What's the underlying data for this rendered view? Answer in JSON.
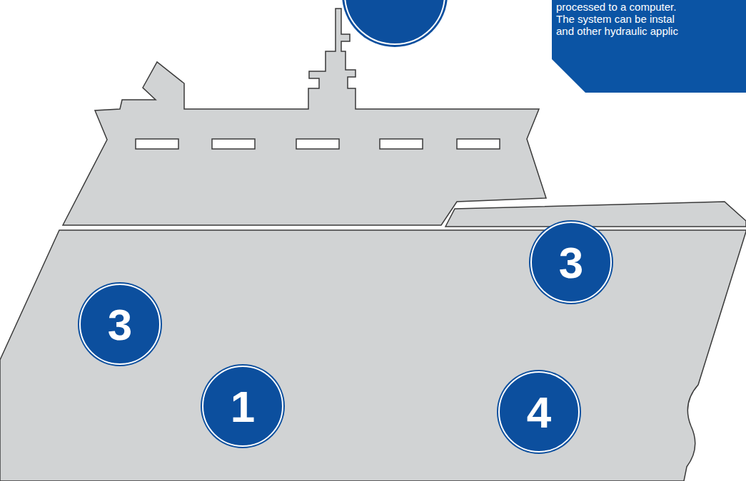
{
  "diagram": {
    "nodes": [
      {
        "text": [
          "processed to a computer. The system can be instal and other hydraulic applic"
        ]
      },
      {
        "text": [
          "3"
        ]
      },
      {
        "text": [
          "3"
        ]
      },
      {
        "text": [
          "1"
        ]
      },
      {
        "text": [
          "4"
        ]
      }
    ]
  }
}
